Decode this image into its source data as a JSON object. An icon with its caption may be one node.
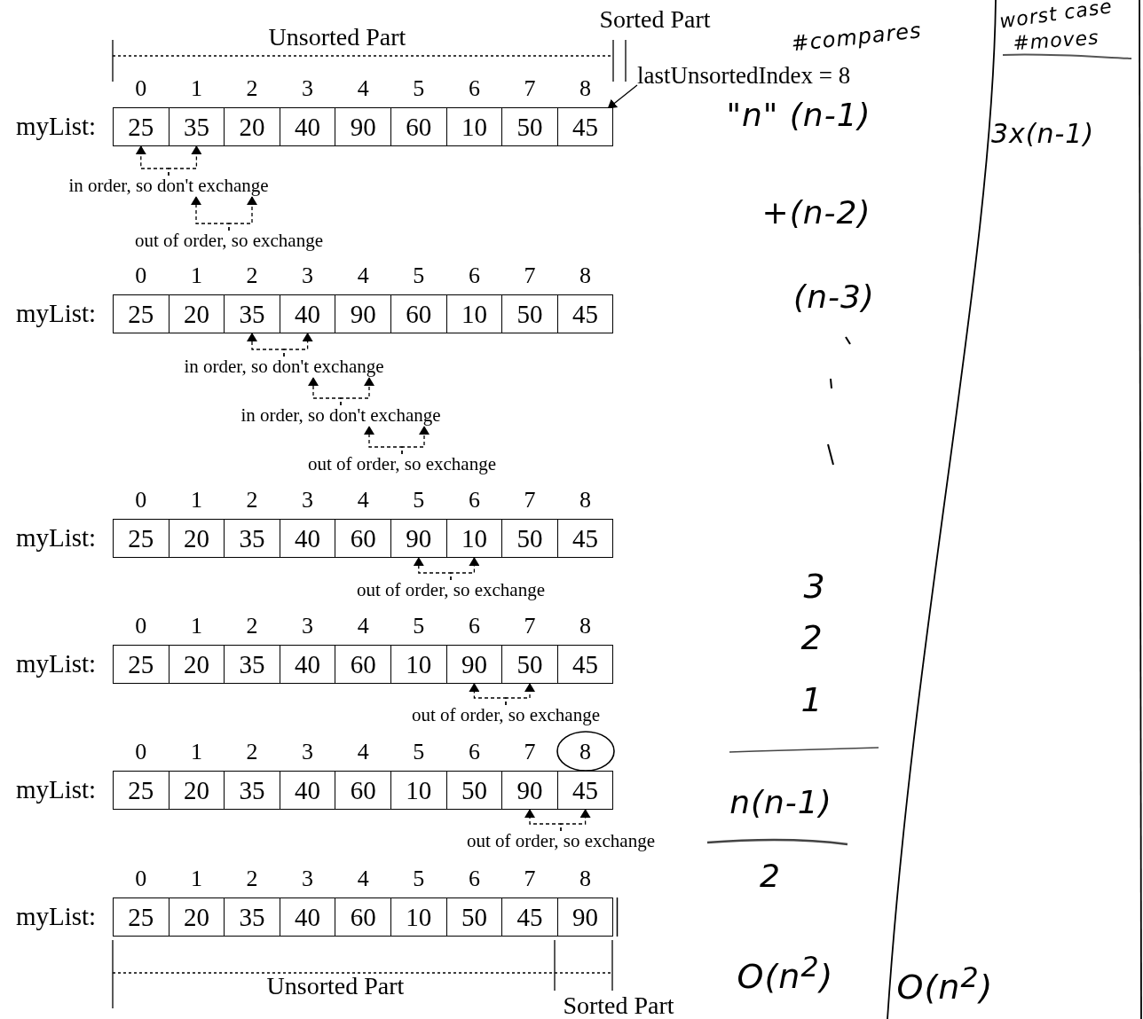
{
  "diagram": {
    "nodes": [
      {
        "text": [
          "25"
        ],
        "beside": [
          "0"
        ]
      },
      {
        "text": [
          "35"
        ],
        "beside": [
          "1"
        ]
      },
      {
        "text": [
          "20"
        ],
        "beside": [
          "2"
        ]
      },
      {
        "text": [
          "40"
        ],
        "beside": [
          "3"
        ]
      },
      {
        "text": [
          "90"
        ],
        "beside": [
          "4"
        ]
      },
      {
        "text": [
          "60"
        ],
        "beside": [
          "5"
        ]
      },
      {
        "text": [
          "10"
        ],
        "beside": [
          "6"
        ]
      },
      {
        "text": [
          "50"
        ],
        "beside": [
          "7"
        ]
      },
      {
        "text": [
          "45"
        ],
        "beside": [
          "8"
        ]
      },
      {
        "text": [
          "25"
        ],
        "beside": [
          "0"
        ]
      },
      {
        "text": [
          "20"
        ],
        "beside": [
          "1"
        ]
      },
      {
        "text": [
          "35"
        ],
        "beside": [
          "2"
        ]
      },
      {
        "text": [
          "40"
        ],
        "beside": [
          "3"
        ]
      },
      {
        "text": [
          "90"
        ],
        "beside": [
          "4"
        ]
      },
      {
        "text": [
          "60"
        ],
        "beside": [
          "5"
        ]
      },
      {
        "text": [
          "10"
        ],
        "beside": [
          "6"
        ]
      },
      {
        "text": [
          "50"
        ],
        "beside": [
          "7"
        ]
      },
      {
        "text": [
          "45"
        ],
        "beside": [
          "8"
        ]
      },
      {
        "text": [
          "25"
        ],
        "beside": [
          "0"
        ]
      },
      {
        "text": [
          "20"
        ],
        "beside": [
          "1"
        ]
      },
      {
        "text": [
          "35"
        ],
        "beside": [
          "2"
        ]
      },
      {
        "text": [
          "40"
        ],
        "beside": [
          "3"
        ]
      },
      {
        "text": [
          "60"
        ],
        "beside": [
          "4"
        ]
      },
      {
        "text": [
          "90"
        ],
        "beside": [
          "5"
        ]
      },
      {
        "text": [
          "10"
        ],
        "beside": [
          "6"
        ]
      },
      {
        "text": [
          "50"
        ],
        "beside": [
          "7"
        ]
      },
      {
        "text": [
          "45"
        ],
        "beside": [
          "8"
        ]
      },
      {
        "text": [
          "25"
        ],
        "beside": [
          "0"
        ]
      },
      {
        "text": [
          "20"
        ],
        "beside": [
          "1"
        ]
      },
      {
        "text": [
          "35"
        ],
        "beside": [
          "2"
        ]
      },
      {
        "text": [
          "40"
        ],
        "beside": [
          "3"
        ]
      },
      {
        "text": [
          "60"
        ],
        "beside": [
          "4"
        ]
      },
      {
        "text": [
          "10"
        ],
        "beside": [
          "5"
        ]
      },
      {
        "text": [
          "90"
        ],
        "beside": [
          "6"
        ]
      },
      {
        "text": [
          "50"
        ],
        "beside": [
          "7"
        ]
      },
      {
        "text": [
          "45"
        ],
        "beside": [
          "8"
        ]
      },
      {
        "text": [
          "25"
        ],
        "beside": [
          "0"
        ]
      },
      {
        "text": [
          "20"
        ],
        "beside": [
          "1"
        ]
      },
      {
        "text": [
          "35"
        ],
        "beside": [
          "2"
        ]
      },
      {
        "text": [
          "40"
        ],
        "beside": [
          "3"
        ]
      },
      {
        "text": [
          "60"
        ],
        "beside": [
          "4"
        ]
      },
      {
        "text": [
          "10"
        ],
        "beside": [
          "5"
        ]
      },
      {
        "text": [
          "50"
        ],
        "beside": [
          "6"
        ]
      },
      {
        "text": [
          "90"
        ],
        "beside": [
          "7"
        ]
      },
      {
        "text": [
          "45"
        ],
        "beside": [
          "8"
        ]
      },
      {
        "text": [
          "25"
        ],
        "beside": [
          "0"
        ]
      },
      {
        "text": [
          "20"
        ],
        "beside": [
          "1"
        ]
      },
      {
        "text": [
          "35"
        ],
        "beside": [
          "2"
        ]
      },
      {
        "text": [
          "40"
        ],
        "beside": [
          "3"
        ]
      },
      {
        "text": [
          "60"
        ],
        "beside": [
          "4"
        ]
      },
      {
        "text": [
          "10"
        ],
        "beside": [
          "5"
        ]
      },
      {
        "text": [
          "50"
        ],
        "beside": [
          "6"
        ]
      },
      {
        "text": [
          "45"
        ],
        "beside": [
          "7"
        ]
      },
      {
        "text": [
          "90"
        ],
        "beside": [
          "8"
        ]
      },
      {
        "text": [
          "in order, so don't exchange"
        ]
      },
      {
        "text": [
          "out of order, so exchange"
        ]
      },
      {
        "text": [
          "in order, so don't exchange"
        ]
      },
      {
        "text": [
          "in order, so don't exchange"
        ]
      },
      {
        "text": [
          "out of order, so exchange"
        ]
      },
      {
        "text": [
          "out of order, so exchange"
        ]
      },
      {
        "text": [
          "out of order, so exchange"
        ]
      },
      {
        "text": [
          "out of order, so exchange"
        ]
      },
      {
        "text": [
          "lastUnsortedIndex = 8"
        ]
      }
    ],
    "edges": [
      {
        "from": 54,
        "to": 0,
        "arrow": "to",
        "style": "dashed"
      },
      {
        "from": 54,
        "to": 1,
        "arrow": "to",
        "style": "dashed"
      },
      {
        "from": 55,
        "to": 54,
        "arrow": "to",
        "style": "dashed"
      },
      {
        "from": 55,
        "to": 54,
        "arrow": "to",
        "style": "dashed"
      },
      {
        "from": 56,
        "to": 11,
        "arrow": "to",
        "style": "dashed"
      },
      {
        "from": 56,
        "to": 12,
        "arrow": "to",
        "style": "dashed"
      },
      {
        "from": 57,
        "to": 56,
        "arrow": "to",
        "style": "dashed"
      },
      {
        "from": 57,
        "to": 56,
        "arrow": "to",
        "style": "dashed"
      },
      {
        "from": 58,
        "to": 57,
        "arrow": "to",
        "style": "dashed"
      },
      {
        "from": 58,
        "to": 57,
        "arrow": "to",
        "style": "dashed"
      },
      {
        "from": 59,
        "to": 23,
        "arrow": "to",
        "style": "dashed"
      },
      {
        "from": 59,
        "to": 24,
        "arrow": "to",
        "style": "dashed"
      },
      {
        "from": 60,
        "to": 33,
        "arrow": "to",
        "style": "dashed"
      },
      {
        "from": 60,
        "to": 34,
        "arrow": "to",
        "style": "dashed"
      },
      {
        "from": 61,
        "to": 43,
        "arrow": "to",
        "style": "dashed"
      },
      {
        "from": 61,
        "to": 44,
        "arrow": "to",
        "style": "dashed"
      },
      {
        "from": 62,
        "to": 8,
        "arrow": "to"
      }
    ],
    "labels": [
      "Unsorted Part",
      "Sorted Part",
      "#compares",
      "worst case",
      "#moves",
      "\"n\" (n-1)",
      "3x(n-1)",
      "myList:",
      "+(n-2)",
      "myList:",
      "(n-3)",
      "myList:",
      "3",
      "2",
      "myList:",
      "1",
      "myList:",
      "n(n-1)",
      "2",
      "myList:",
      "Unsorted Part",
      "O(n$^{2}$)",
      "O(n$^{2}$)",
      "Sorted Part"
    ]
  }
}
